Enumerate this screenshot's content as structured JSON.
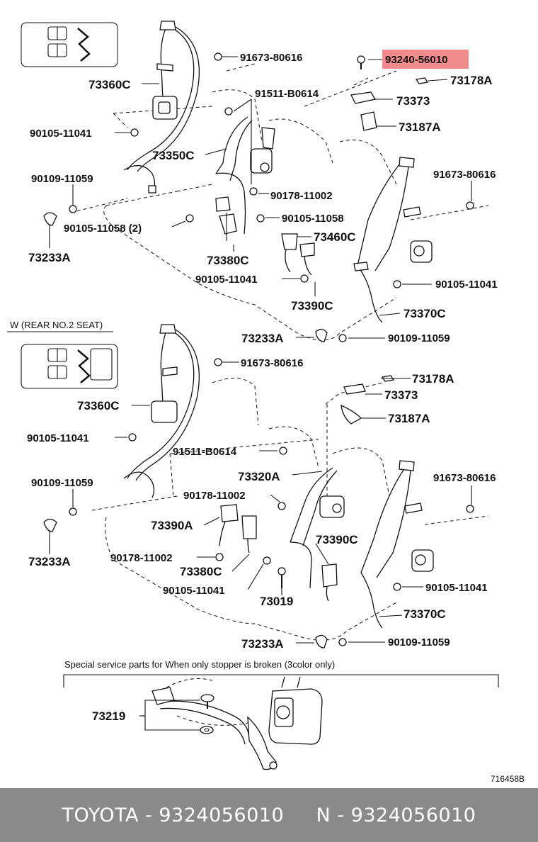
{
  "section_label": "W (REAR NO.2 SEAT)",
  "special_note": "Special service parts for When only stopper is broken (3color only)",
  "diagram_code": "716458B",
  "highlight_color": "#f28b8b",
  "upper": {
    "p_91673_a": "91673-80616",
    "p_93240": "93240-56010",
    "p_73360c": "73360C",
    "p_91511": "91511-B0614",
    "p_73178a": "73178A",
    "p_73373": "73373",
    "p_90105_a": "90105-11041",
    "p_73187a": "73187A",
    "p_73350c": "73350C",
    "p_90109_a": "90109-11059",
    "p_90178": "90178-11002",
    "p_91673_b": "91673-80616",
    "p_90105_11058": "90105-11058",
    "p_90105_11058_2": "90105-11058 (2)",
    "p_73460c": "73460C",
    "p_73233a_a": "73233A",
    "p_73380c": "73380C",
    "p_90105_b": "90105-11041",
    "p_90105_c": "90105-11041",
    "p_73390c": "73390C",
    "p_73370c": "73370C",
    "p_73233a_b": "73233A",
    "p_90109_b": "90109-11059"
  },
  "lower": {
    "p_73178a": "73178A",
    "p_91673_a": "91673-80616",
    "p_73373": "73373",
    "p_73360c": "73360C",
    "p_73187a": "73187A",
    "p_90105_a": "90105-11041",
    "p_91511": "91511-B0614",
    "p_73320a": "73320A",
    "p_91673_b": "91673-80616",
    "p_90109_a": "90109-11059",
    "p_90178_a": "90178-11002",
    "p_73390a": "73390A",
    "p_73390c": "73390C",
    "p_73233a_a": "73233A",
    "p_90178_b": "90178-11002",
    "p_73380c": "73380C",
    "p_90105_b": "90105-11041",
    "p_90105_c": "90105-11041",
    "p_73019": "73019",
    "p_73370c": "73370C",
    "p_73233a_b": "73233A",
    "p_90109_b": "90109-11059"
  },
  "special": {
    "p_73219": "73219"
  },
  "footer": {
    "brand": "TOYOTA",
    "part_number": "9324056010",
    "alt_prefix": "N",
    "alt_part_number": "9324056010",
    "text": "TOYOTA - 9324056010     N - 9324056010"
  }
}
